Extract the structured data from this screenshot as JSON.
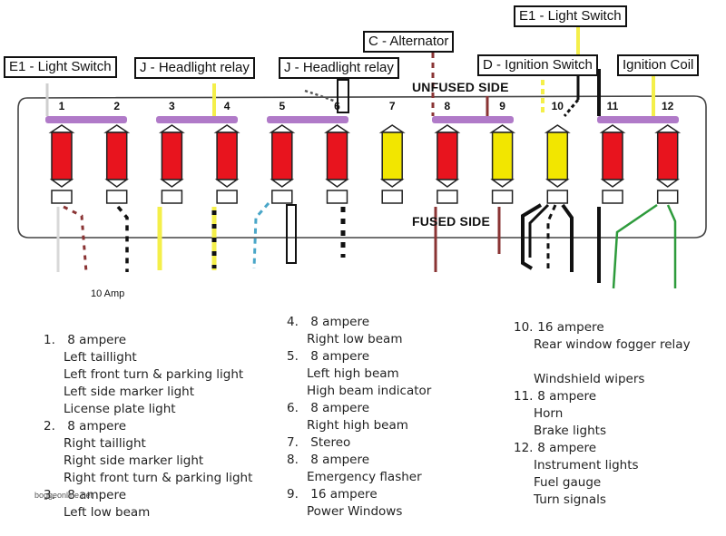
{
  "labels": {
    "e1_left": "E1 - Light Switch",
    "j_relay_1": "J - Headlight relay",
    "j_relay_2": "J - Headlight relay",
    "c_alternator": "C - Alternator",
    "e1_top": "E1 - Light Switch",
    "d_ignition": "D - Ignition Switch",
    "ignition_coil": "Ignition Coil",
    "unfused_side": "UNFUSED SIDE",
    "fused_side": "FUSED SIDE",
    "ten_amp": "10 Amp"
  },
  "fuses": [
    {
      "num": "1",
      "color": "#e8141e"
    },
    {
      "num": "2",
      "color": "#e8141e"
    },
    {
      "num": "3",
      "color": "#e8141e"
    },
    {
      "num": "4",
      "color": "#e8141e"
    },
    {
      "num": "5",
      "color": "#e8141e"
    },
    {
      "num": "6",
      "color": "#e8141e"
    },
    {
      "num": "7",
      "color": "#f2e600"
    },
    {
      "num": "8",
      "color": "#e8141e"
    },
    {
      "num": "9",
      "color": "#f2e600"
    },
    {
      "num": "10",
      "color": "#f2e600"
    },
    {
      "num": "11",
      "color": "#e8141e"
    },
    {
      "num": "12",
      "color": "#e8141e"
    }
  ],
  "legend": {
    "col1": [
      {
        "num": "1.",
        "title": "8 ampere",
        "items": [
          "Left taillight",
          "Left front turn & parking light",
          "Left side marker light",
          "License plate light"
        ]
      },
      {
        "num": "2.",
        "title": "8 ampere",
        "items": [
          "Right taillight",
          "Right side marker light",
          "Right front turn & parking light"
        ]
      },
      {
        "num": "3.",
        "title": "8 ampere",
        "items": [
          "Left low beam"
        ]
      }
    ],
    "col2": [
      {
        "num": "4.",
        "title": "8 ampere",
        "items": [
          "Right low beam"
        ]
      },
      {
        "num": "5.",
        "title": "8 ampere",
        "items": [
          "Left high beam",
          "High beam indicator"
        ]
      },
      {
        "num": "6.",
        "title": "8 ampere",
        "items": [
          "Right high beam"
        ]
      },
      {
        "num": "7.",
        "title": "Stereo",
        "items": []
      },
      {
        "num": "8.",
        "title": "8 ampere",
        "items": [
          "Emergency flasher"
        ]
      },
      {
        "num": "9.",
        "title": "16 ampere",
        "items": [
          "Power Windows"
        ]
      }
    ],
    "col3": [
      {
        "num": "10.",
        "title": "16 ampere",
        "items": [
          "Rear window fogger relay",
          "",
          "Windshield wipers"
        ]
      },
      {
        "num": "11.",
        "title": "8 ampere",
        "items": [
          "Horn",
          "Brake lights"
        ]
      },
      {
        "num": "12.",
        "title": "8 ampere",
        "items": [
          "Instrument lights",
          "Fuel gauge",
          "Turn signals"
        ]
      }
    ]
  },
  "watermark": "boggeonline.net",
  "colors": {
    "fuse_red": "#e8141e",
    "fuse_yellow": "#f2e600",
    "bus_bar": "#b07ac8",
    "wire_yellow": "#f4ef4a",
    "wire_blue": "#49a6c8",
    "wire_brown": "#8a3434",
    "wire_green": "#2e9b3c",
    "wire_black": "#111111"
  }
}
